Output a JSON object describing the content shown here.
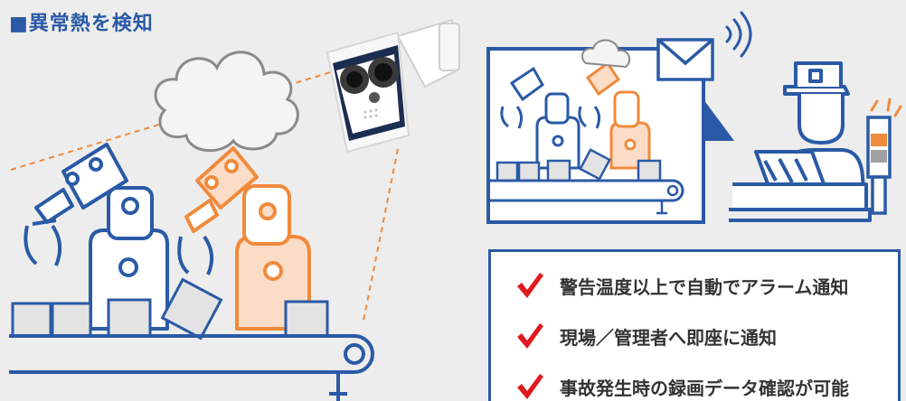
{
  "heading": "■異常熱を検知",
  "colors": {
    "blue": "#2a5aa6",
    "orange": "#f08a3c",
    "orange_fill": "#fbdcc6",
    "check_red": "#e1191e",
    "background": "#ededed"
  },
  "icons": [
    "thermal-camera-icon",
    "envelope-icon",
    "wireless-signal-icon",
    "operator-icon",
    "signal-tower-icon",
    "check-mark-icon"
  ],
  "features": [
    {
      "text": "警告温度以上で自動でアラーム通知"
    },
    {
      "text": "現場／管理者へ即座に通知"
    },
    {
      "text": "事故発生時の録画データ確認が可能"
    }
  ]
}
